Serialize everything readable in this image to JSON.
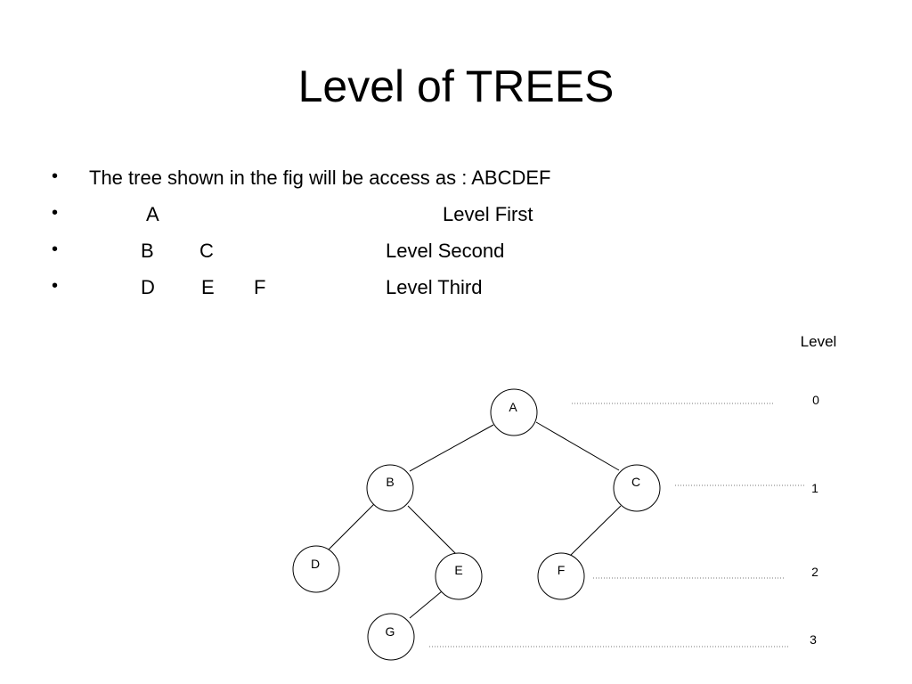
{
  "title": "Level of TREES",
  "bullets": [
    {
      "text": "The tree shown in the fig will be access as : ABCDEF"
    },
    {
      "nodes": [
        "A"
      ],
      "level": "Level First"
    },
    {
      "nodes": [
        "B",
        "C"
      ],
      "level": "Level Second"
    },
    {
      "nodes": [
        "D",
        "E",
        "F"
      ],
      "level": "Level Third"
    }
  ],
  "diagram": {
    "level_header": "Level",
    "level_numbers": [
      "0",
      "1",
      "2",
      "3"
    ],
    "nodes": {
      "A": "A",
      "B": "B",
      "C": "C",
      "D": "D",
      "E": "E",
      "F": "F",
      "G": "G"
    },
    "edges": [
      [
        "A",
        "B"
      ],
      [
        "A",
        "C"
      ],
      [
        "B",
        "D"
      ],
      [
        "B",
        "E"
      ],
      [
        "C",
        "F"
      ],
      [
        "E",
        "G"
      ]
    ]
  }
}
